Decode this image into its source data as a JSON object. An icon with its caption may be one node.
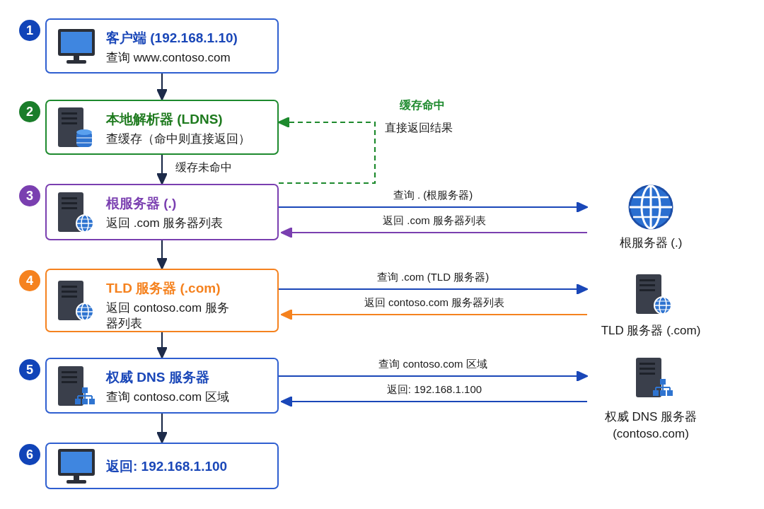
{
  "diagram": {
    "nodes": [
      {
        "text": [
          "客户端 (192.168.1.10)",
          "查询 www.contoso.com"
        ],
        "beside": [
          "1"
        ]
      },
      {
        "text": [
          "本地解析器 (LDNS)",
          "查缓存（命中则直接返回）"
        ],
        "beside": [
          "2"
        ]
      },
      {
        "text": [
          "根服务器 (.)",
          "返回 .com 服务器列表"
        ],
        "beside": [
          "3"
        ]
      },
      {
        "text": [
          "TLD 服务器 (.com)",
          "返回 contoso.com 服务器列表"
        ],
        "beside": [
          "4"
        ]
      },
      {
        "text": [
          "权威 DNS 服务器",
          "查询 contoso.com 区域"
        ],
        "beside": [
          "5"
        ]
      },
      {
        "text": [
          "返回: 192.168.1.100"
        ],
        "beside": [
          "6"
        ]
      },
      {
        "text": [
          "根服务器 (.)"
        ]
      },
      {
        "text": [
          "TLD 服务器 (.com)"
        ]
      },
      {
        "text": [
          "权威 DNS 服务器 (contoso.com)"
        ]
      }
    ],
    "edges": [
      {
        "from": 0,
        "to": 1,
        "arrow": "to"
      },
      {
        "from": 1,
        "to": 2,
        "arrow": "to",
        "label": "缓存未命中"
      },
      {
        "from": 2,
        "to": 1,
        "arrow": "to",
        "label": "缓存命中",
        "style": "dashed",
        "color": "#1e8a2e"
      },
      {
        "from": 2,
        "to": 3,
        "arrow": "to"
      },
      {
        "from": 3,
        "to": 4,
        "arrow": "to"
      },
      {
        "from": 4,
        "to": 5,
        "arrow": "to"
      },
      {
        "from": 2,
        "to": 6,
        "arrow": "to",
        "label": "查询 . (根服务器)",
        "color": "#1a47b8"
      },
      {
        "from": 6,
        "to": 2,
        "arrow": "to",
        "label": "返回 .com 服务器列表",
        "color": "#7a3fb0"
      },
      {
        "from": 3,
        "to": 7,
        "arrow": "to",
        "label": "查询 .com (TLD 服务器)",
        "color": "#1a47b8"
      },
      {
        "from": 7,
        "to": 3,
        "arrow": "to",
        "label": "返回 contoso.com 服务器列表",
        "color": "#f5821f"
      },
      {
        "from": 4,
        "to": 8,
        "arrow": "to",
        "label": "查询 contoso.com 区域",
        "color": "#1a47b8"
      },
      {
        "from": 8,
        "to": 4,
        "arrow": "to",
        "label": "返回: 192.168.1.100",
        "color": "#1a47b8"
      }
    ],
    "labels": [
      "直接返回结果"
    ]
  }
}
